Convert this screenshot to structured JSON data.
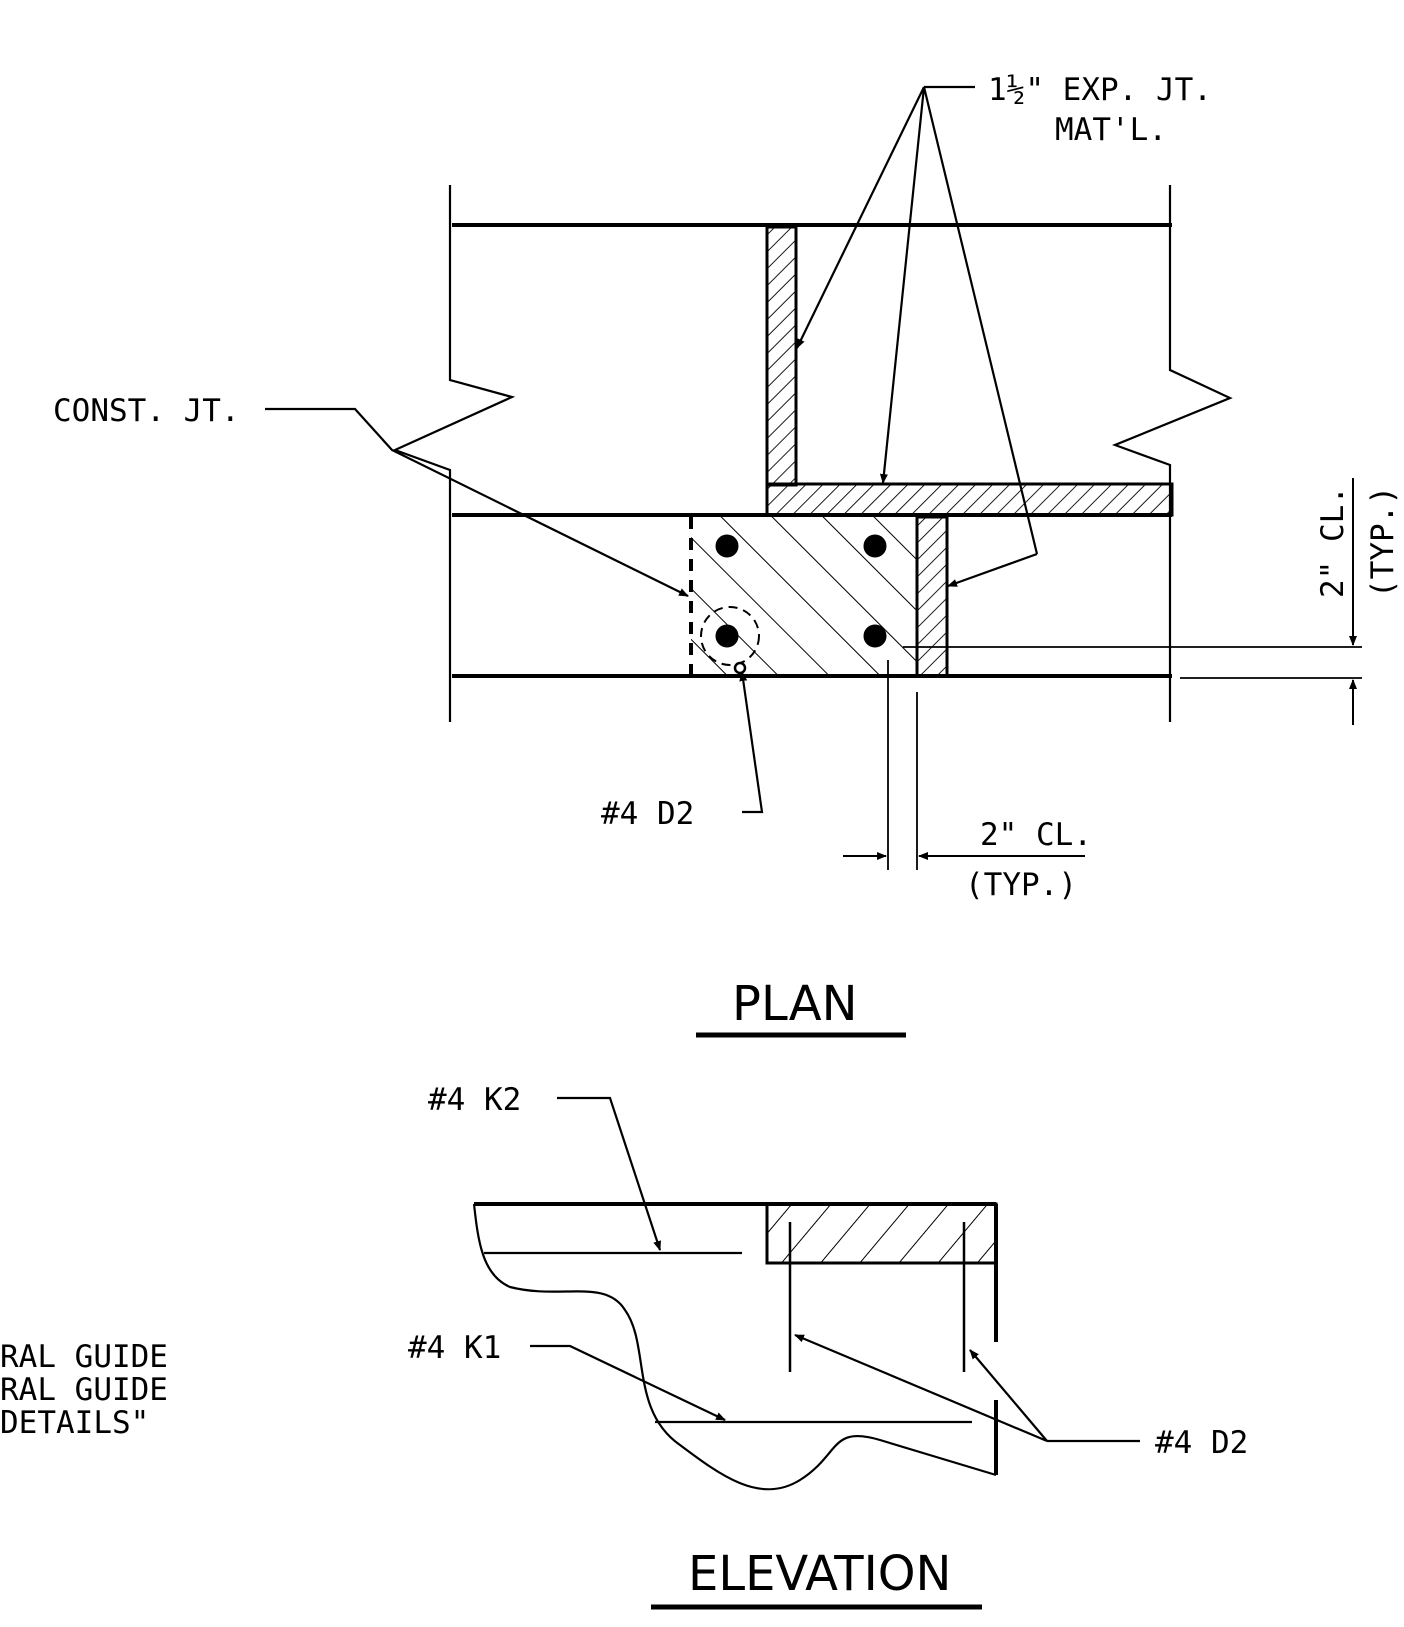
{
  "labels": {
    "exp_joint_a": "1½\" EXP. JT.",
    "exp_joint_b": "MAT'L.",
    "const_joint": "CONST. JT.",
    "plan_bar": "#4 D2",
    "clear_right_a": "2\" CL.",
    "clear_right_b": "(TYP.)",
    "clear_bottom_a": "2\" CL.",
    "clear_bottom_b": "(TYP.)",
    "plan_title": "PLAN",
    "elev_bar_top": "#4 K2",
    "elev_bar_mid": "#4 K1",
    "elev_bar_right": "#4 D2",
    "elevation_title": "ELEVATION",
    "left_note_1": "RAL GUIDE",
    "left_note_2": "RAL GUIDE",
    "left_note_3": " DETAILS\""
  }
}
